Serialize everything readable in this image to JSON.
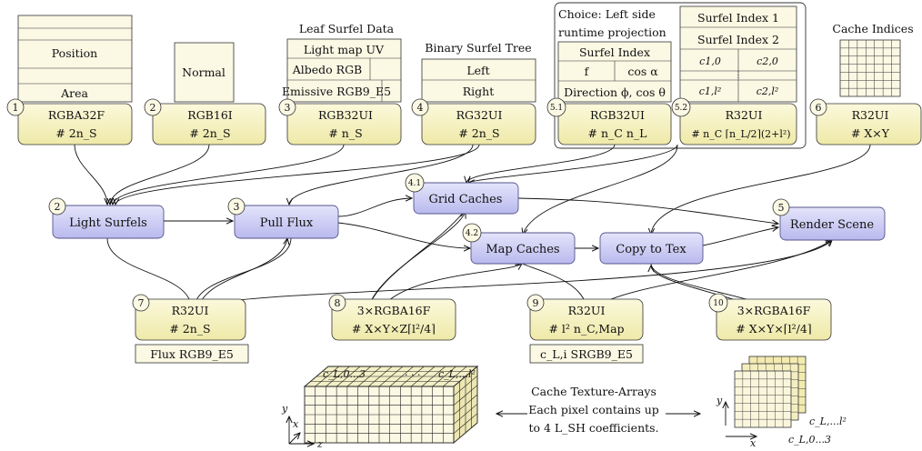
{
  "buffers": {
    "b1": {
      "num": "1",
      "format": "RGBA32F",
      "count": "# 2n_S",
      "rows": [
        "Position",
        "Area"
      ]
    },
    "b2": {
      "num": "2",
      "format": "RGB16I",
      "count": "# 2n_S",
      "rows": [
        "Normal"
      ]
    },
    "b3": {
      "num": "3",
      "format": "RGB32UI",
      "count": "# n_S",
      "title": "Leaf Surfel Data",
      "rows": [
        "Light map UV",
        "Albedo RGB",
        "Emissive RGB9_E5"
      ]
    },
    "b4": {
      "num": "4",
      "format": "RG32UI",
      "count": "# 2n_S",
      "title": "Binary Surfel Tree",
      "rows": [
        "Left",
        "Right"
      ]
    },
    "b51": {
      "num": "5.1",
      "format": "RGB32UI",
      "count": "# n_C n_L",
      "rows": [
        "Surfel Index",
        "f",
        "cos α",
        "Direction ϕ, cos θ"
      ]
    },
    "b52": {
      "num": "5.2",
      "format": "R32UI",
      "count": "# n_C ⌈n_L/2⌉(2+l²)",
      "rows": [
        "Surfel Index 1",
        "Surfel Index 2",
        "c1,0",
        "c2,0",
        "c1,l²",
        "c2,l²"
      ]
    },
    "b6": {
      "num": "6",
      "format": "R32UI",
      "count": "# X×Y",
      "title": "Cache Indices"
    },
    "b7": {
      "num": "7",
      "format": "R32UI",
      "count": "# 2n_S",
      "note": "Flux RGB9_E5"
    },
    "b8": {
      "num": "8",
      "format": "3×RGBA16F",
      "count": "# X×Y×Z⌈l²/4⌉"
    },
    "b9": {
      "num": "9",
      "format": "R32UI",
      "count": "# l² n_C,Map",
      "note": "c_L,i SRGB9_E5"
    },
    "b10": {
      "num": "10",
      "format": "3×RGBA16F",
      "count": "# X×Y×⌈l²/4⌉"
    }
  },
  "choice": {
    "line1": "Choice: Left side",
    "line2": "runtime projection"
  },
  "stages": {
    "s2": {
      "num": "2",
      "label": "Light Surfels"
    },
    "s3": {
      "num": "3",
      "label": "Pull Flux"
    },
    "s41": {
      "num": "4.1",
      "label": "Grid Caches"
    },
    "s42": {
      "num": "4.2",
      "label": "Map Caches"
    },
    "copy": {
      "label": "Copy to Tex"
    },
    "s5": {
      "num": "5",
      "label": "Render Scene"
    }
  },
  "annotations": {
    "cl_03": "c_L,0...3",
    "cl_l2": "c_L,...l²",
    "dots": ". . .",
    "cache_caption": [
      "Cache Texture-Arrays",
      "Each pixel contains up",
      "to 4 L_SH coefficients."
    ],
    "axis_y": "y",
    "axis_x": "x",
    "axis_z": "z",
    "cl_l2_right": "c_L,...l²",
    "cl_03_right": "c_L,0...3"
  },
  "colors": {
    "buffer_fill": "#f6f3c4",
    "table_fill": "#fbf8e4",
    "stage_fill": "#c9c9f2",
    "stage_stroke": "#6a6aa0",
    "circle_fill": "#fbf8e4"
  }
}
